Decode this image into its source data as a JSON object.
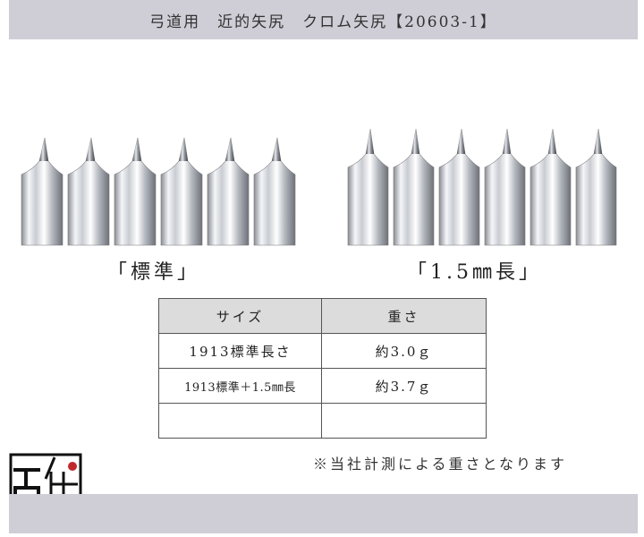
{
  "title": "弓道用　近的矢尻　クロム矢尻【20603-1】",
  "captions": {
    "left": "「標準」",
    "right": "「1.5㎜長」"
  },
  "table": {
    "headers": [
      "サイズ",
      "重さ"
    ],
    "rows": [
      [
        "1913標準長さ",
        "約3.0ｇ"
      ],
      [
        "1913標準＋1.5㎜長",
        "約3.7ｇ"
      ],
      [
        "",
        ""
      ]
    ]
  },
  "note": "※当社計測による重さとなります",
  "logo": {
    "icon": "brand-logo-icon",
    "accent": "#c0282d"
  },
  "colors": {
    "bar": "#cfcdd6",
    "table_header": "#dcdcdc"
  }
}
